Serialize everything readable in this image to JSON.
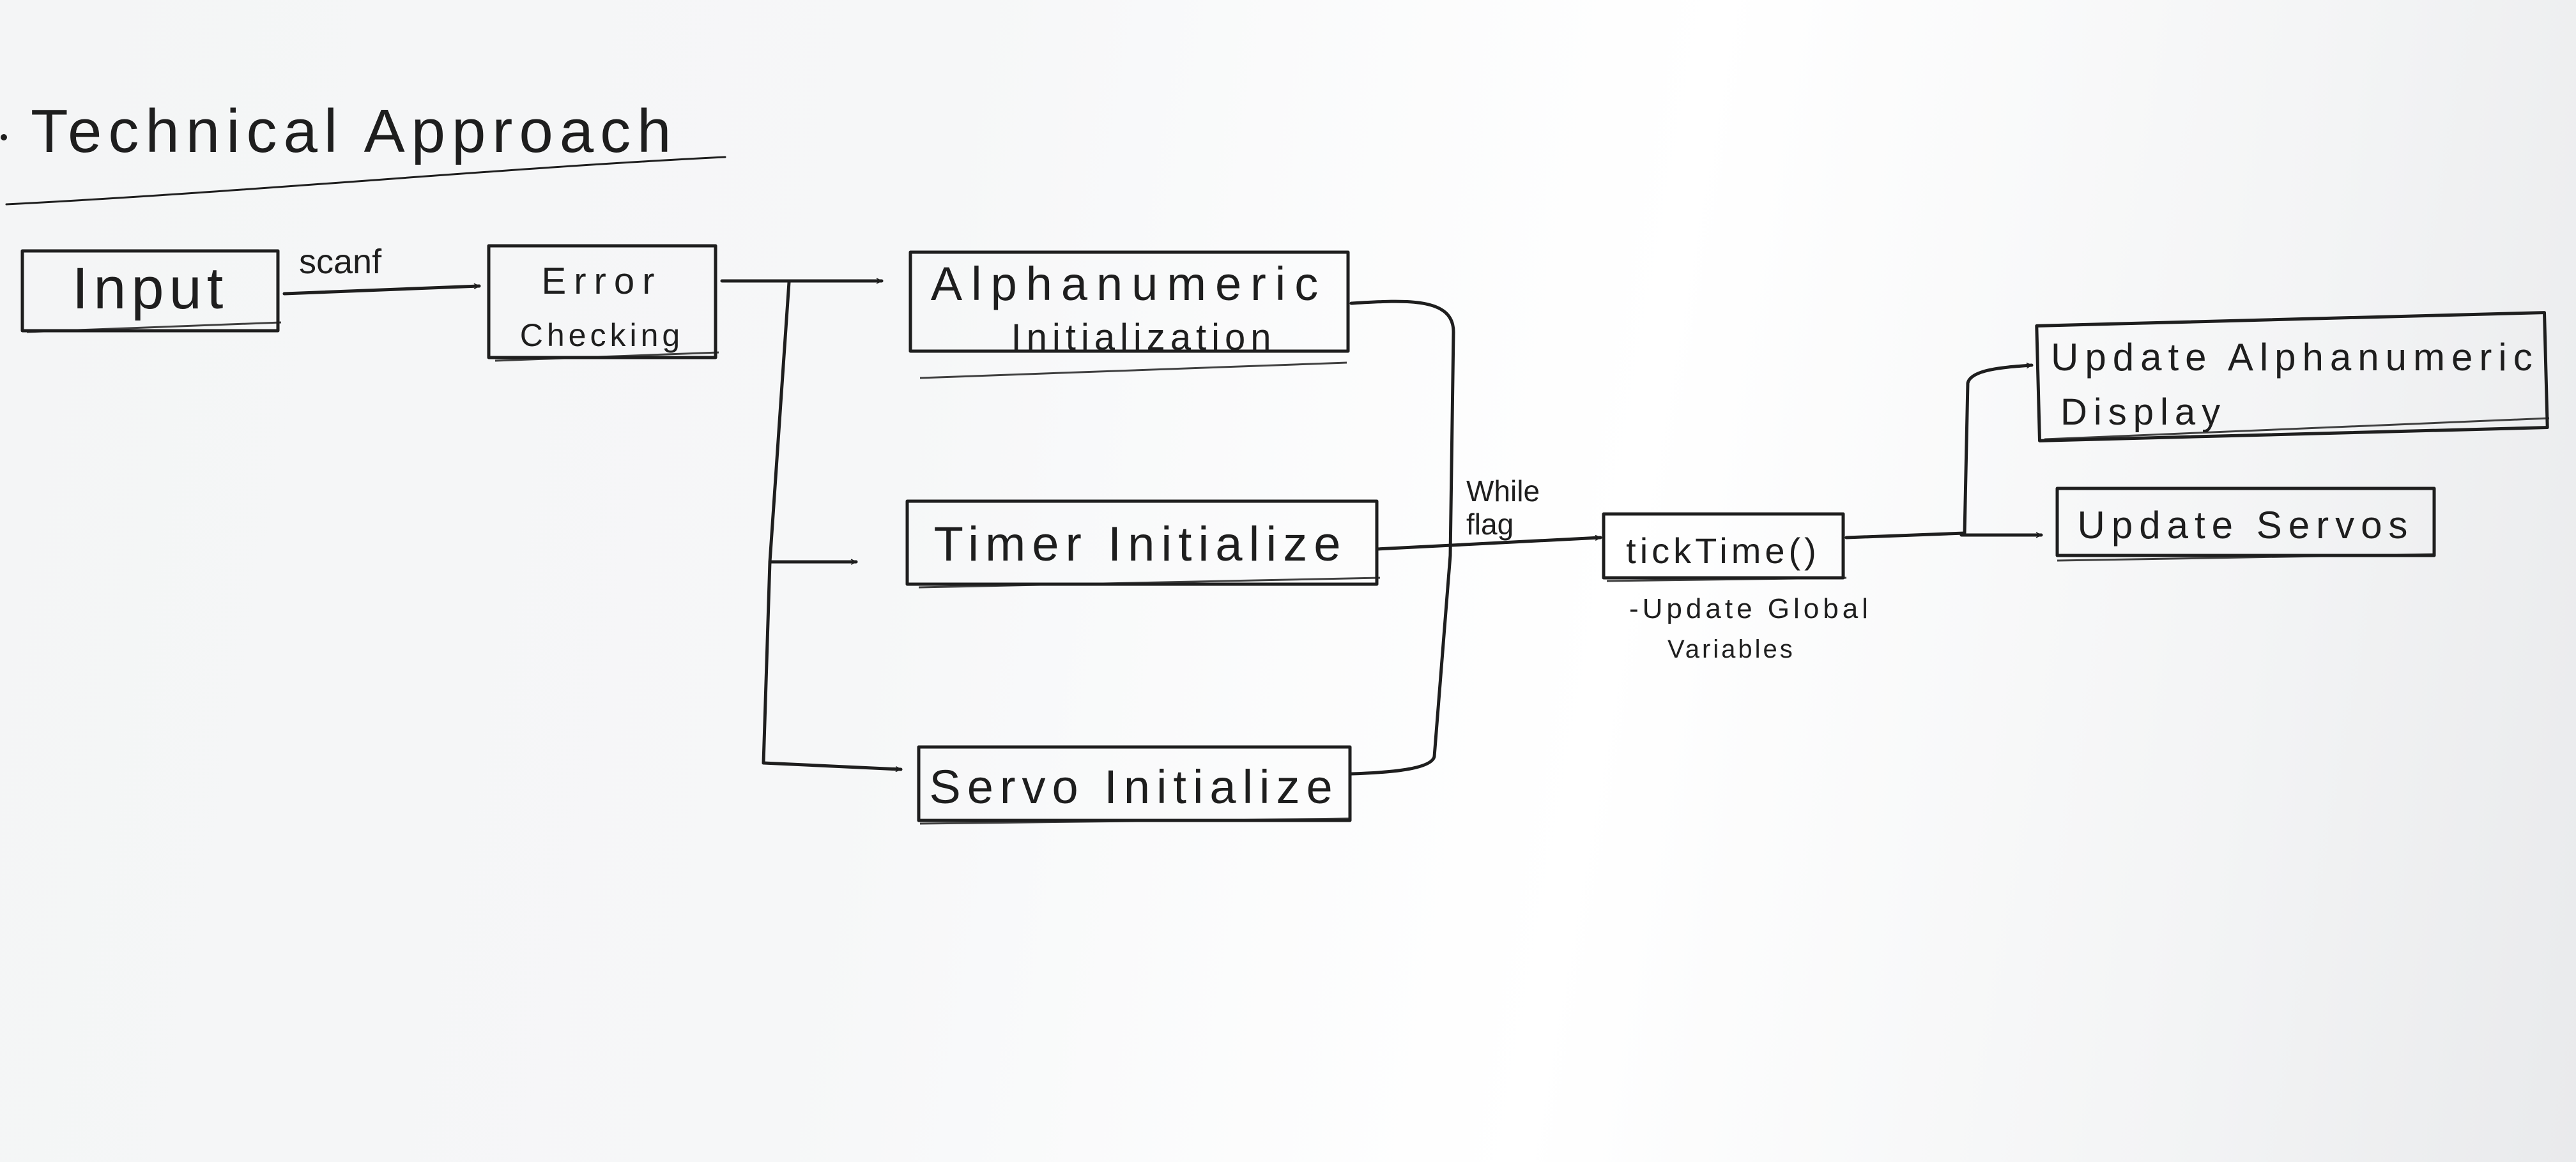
{
  "title": "Technical Approach",
  "nodes": {
    "input": "Input",
    "error_checking": [
      "Error",
      "Checking"
    ],
    "alphanumeric_init": [
      "Alphanumeric",
      "Initialization"
    ],
    "timer_init": "Timer Initialize",
    "servo_init": "Servo Initialize",
    "tick_time": "tickTime()",
    "tick_time_note": [
      "-Update Global",
      "Variables"
    ],
    "update_alphanumeric": [
      "Update Alphanumeric",
      "Display"
    ],
    "update_servos": "Update Servos"
  },
  "edges": {
    "input_to_error": "scanf",
    "init_to_tick": [
      "While",
      "flag"
    ]
  }
}
